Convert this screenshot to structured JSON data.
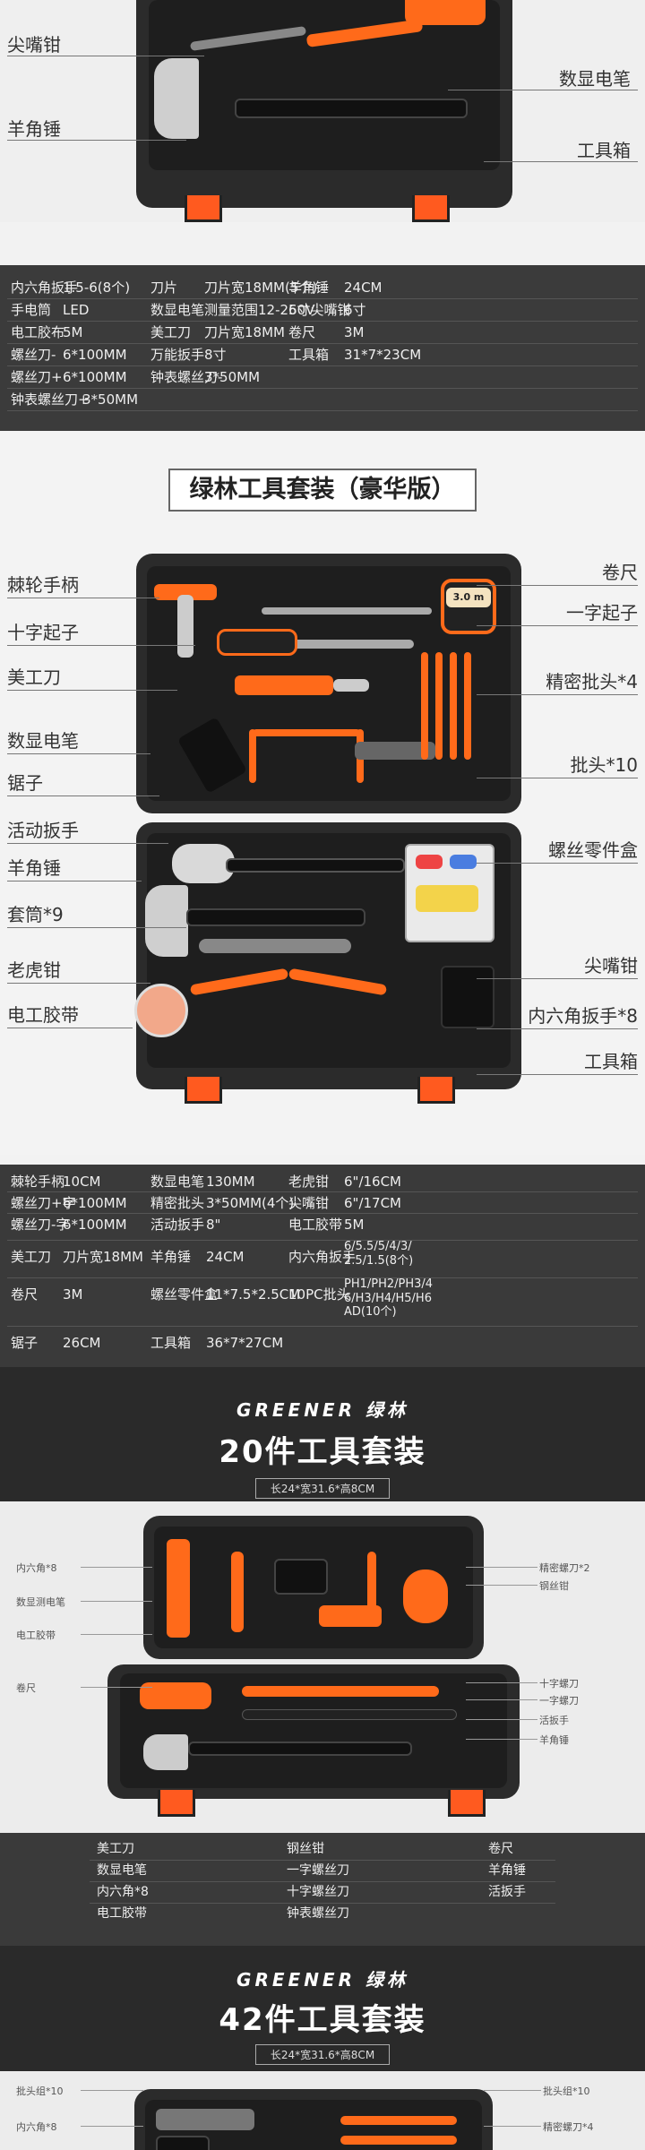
{
  "top_case": {
    "labels_left": [
      "尖嘴钳",
      "羊角锤"
    ],
    "labels_right": [
      "数显电笔",
      "工具箱"
    ]
  },
  "spec1": {
    "rows": [
      [
        "内六角扳手",
        "1.5-6(8个)",
        "刀片",
        "刀片宽18MM(5个)",
        "羊角锤",
        "24CM"
      ],
      [
        "手电筒",
        "LED",
        "数显电笔",
        "测量范围12-250V",
        "6寸尖嘴钳",
        "6寸"
      ],
      [
        "电工胶布",
        "5M",
        "美工刀",
        "刀片宽18MM",
        "卷尺",
        "3M"
      ],
      [
        "螺丝刀-",
        "6*100MM",
        "万能扳手",
        "8寸",
        "工具箱",
        "31*7*23CM"
      ],
      [
        "螺丝刀+",
        "6*100MM",
        "钟表螺丝刀-",
        "3*50MM",
        "",
        ""
      ],
      [
        "钟表螺丝刀+",
        "3*50MM",
        "",
        "",
        "",
        ""
      ]
    ]
  },
  "deluxe": {
    "title": "绿林工具套装（豪华版）",
    "labels_left": [
      "棘轮手柄",
      "十字起子",
      "美工刀",
      "数显电笔",
      "锯子",
      "活动扳手",
      "羊角锤",
      "套筒*9",
      "老虎钳",
      "电工胶带"
    ],
    "labels_right": [
      "卷尺",
      "一字起子",
      "精密批头*4",
      "批头*10",
      "螺丝零件盒",
      "尖嘴钳",
      "内六角扳手*8",
      "工具箱"
    ],
    "tape_text": "3.0 m"
  },
  "spec2": {
    "rows": [
      [
        "棘轮手柄",
        "10CM",
        "数显电笔",
        "130MM",
        "老虎钳",
        "6\"/16CM"
      ],
      [
        "螺丝刀+字",
        "6*100MM",
        "精密批头",
        "3*50MM(4个)",
        "尖嘴钳",
        "6\"/17CM"
      ],
      [
        "螺丝刀-字",
        "6*100MM",
        "活动扳手",
        "8\"",
        "电工胶带",
        "5M"
      ],
      [
        "美工刀",
        "刀片宽18MM",
        "羊角锤",
        "24CM",
        "内六角扳手",
        "6/5.5/5/4/3/ 2.5/1.5(8个)"
      ],
      [
        "卷尺",
        "3M",
        "螺丝零件盒",
        "11*7.5*2.5CM",
        "10PC批头",
        "PH1/PH2/PH3/4 6/H3/H4/H5/H6 AD(10个)"
      ],
      [
        "锯子",
        "26CM",
        "工具箱",
        "36*7*27CM",
        "",
        ""
      ]
    ]
  },
  "set20": {
    "brand": "GREENER 绿林",
    "title": "20件工具套装",
    "size": "长24*宽31.6*高8CM",
    "labels_left": [
      "内六角*8",
      "数显测电笔",
      "电工胶带",
      "卷尺"
    ],
    "labels_right": [
      "精密螺刀*2",
      "钢丝钳",
      "十字螺刀",
      "一字螺刀",
      "活扳手",
      "羊角锤"
    ],
    "table": [
      [
        "美工刀",
        "钢丝钳",
        "卷尺"
      ],
      [
        "数显电笔",
        "一字螺丝刀",
        "羊角锤"
      ],
      [
        "内六角*8",
        "十字螺丝刀",
        "活扳手"
      ],
      [
        "电工胶带",
        "钟表螺丝刀",
        ""
      ]
    ]
  },
  "set42": {
    "brand": "GREENER 绿林",
    "title": "42件工具套装",
    "size": "长24*宽31.6*高8CM",
    "labels_left": [
      "批头组*10",
      "内六角*8"
    ],
    "labels_right": [
      "批头组*10",
      "精密螺刀*4"
    ]
  },
  "colors": {
    "accent": "#ff6a1a",
    "case": "#2b2b2b",
    "panel": "#3b3b3b"
  }
}
